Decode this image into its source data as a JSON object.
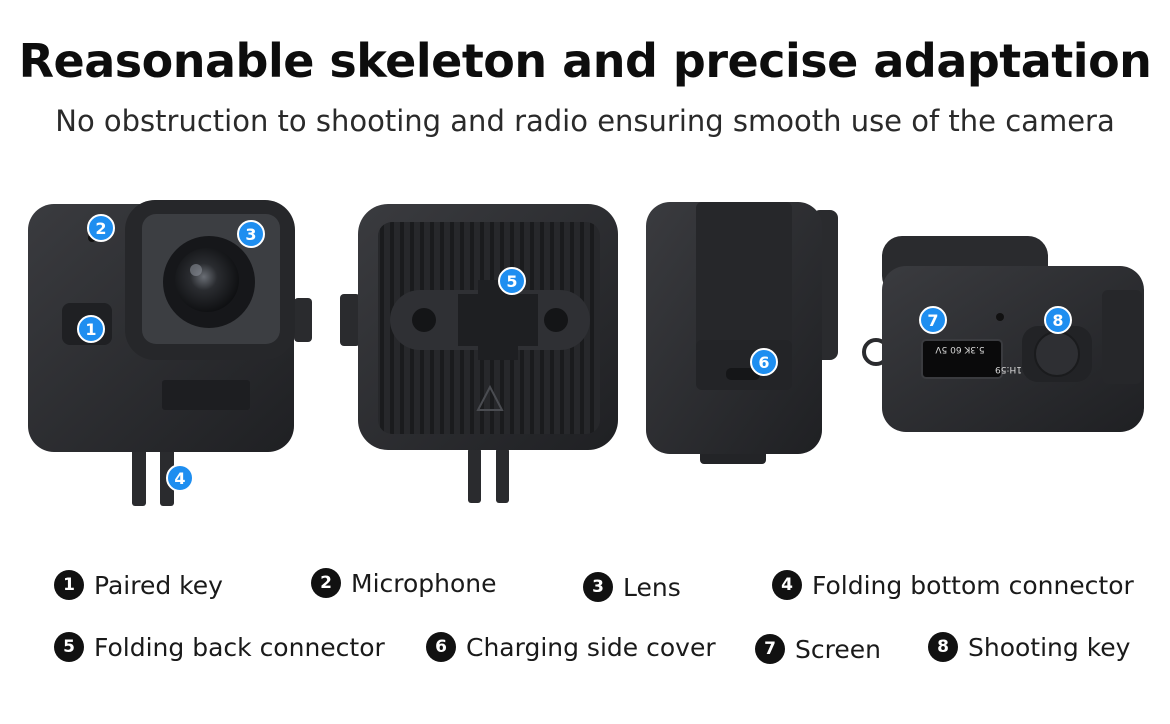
{
  "header": {
    "title": "Reasonable skeleton and precise adaptation",
    "subtitle": "No obstruction to shooting and radio ensuring smooth use of the camera"
  },
  "badges": [
    "1",
    "2",
    "3",
    "4",
    "5",
    "6",
    "7",
    "8"
  ],
  "screen_text": {
    "left": "5.3K 60 5V",
    "right": "1H:59"
  },
  "legend": [
    {
      "num": "1",
      "label": "Paired key"
    },
    {
      "num": "2",
      "label": "Microphone"
    },
    {
      "num": "3",
      "label": "Lens"
    },
    {
      "num": "4",
      "label": "Folding bottom connector"
    },
    {
      "num": "5",
      "label": "Folding back connector"
    },
    {
      "num": "6",
      "label": "Charging side cover"
    },
    {
      "num": "7",
      "label": "Screen"
    },
    {
      "num": "8",
      "label": "Shooting key"
    }
  ],
  "colors": {
    "badge": "#1e8ef0",
    "case": "#2b2c2f",
    "legend_dot": "#111111"
  }
}
